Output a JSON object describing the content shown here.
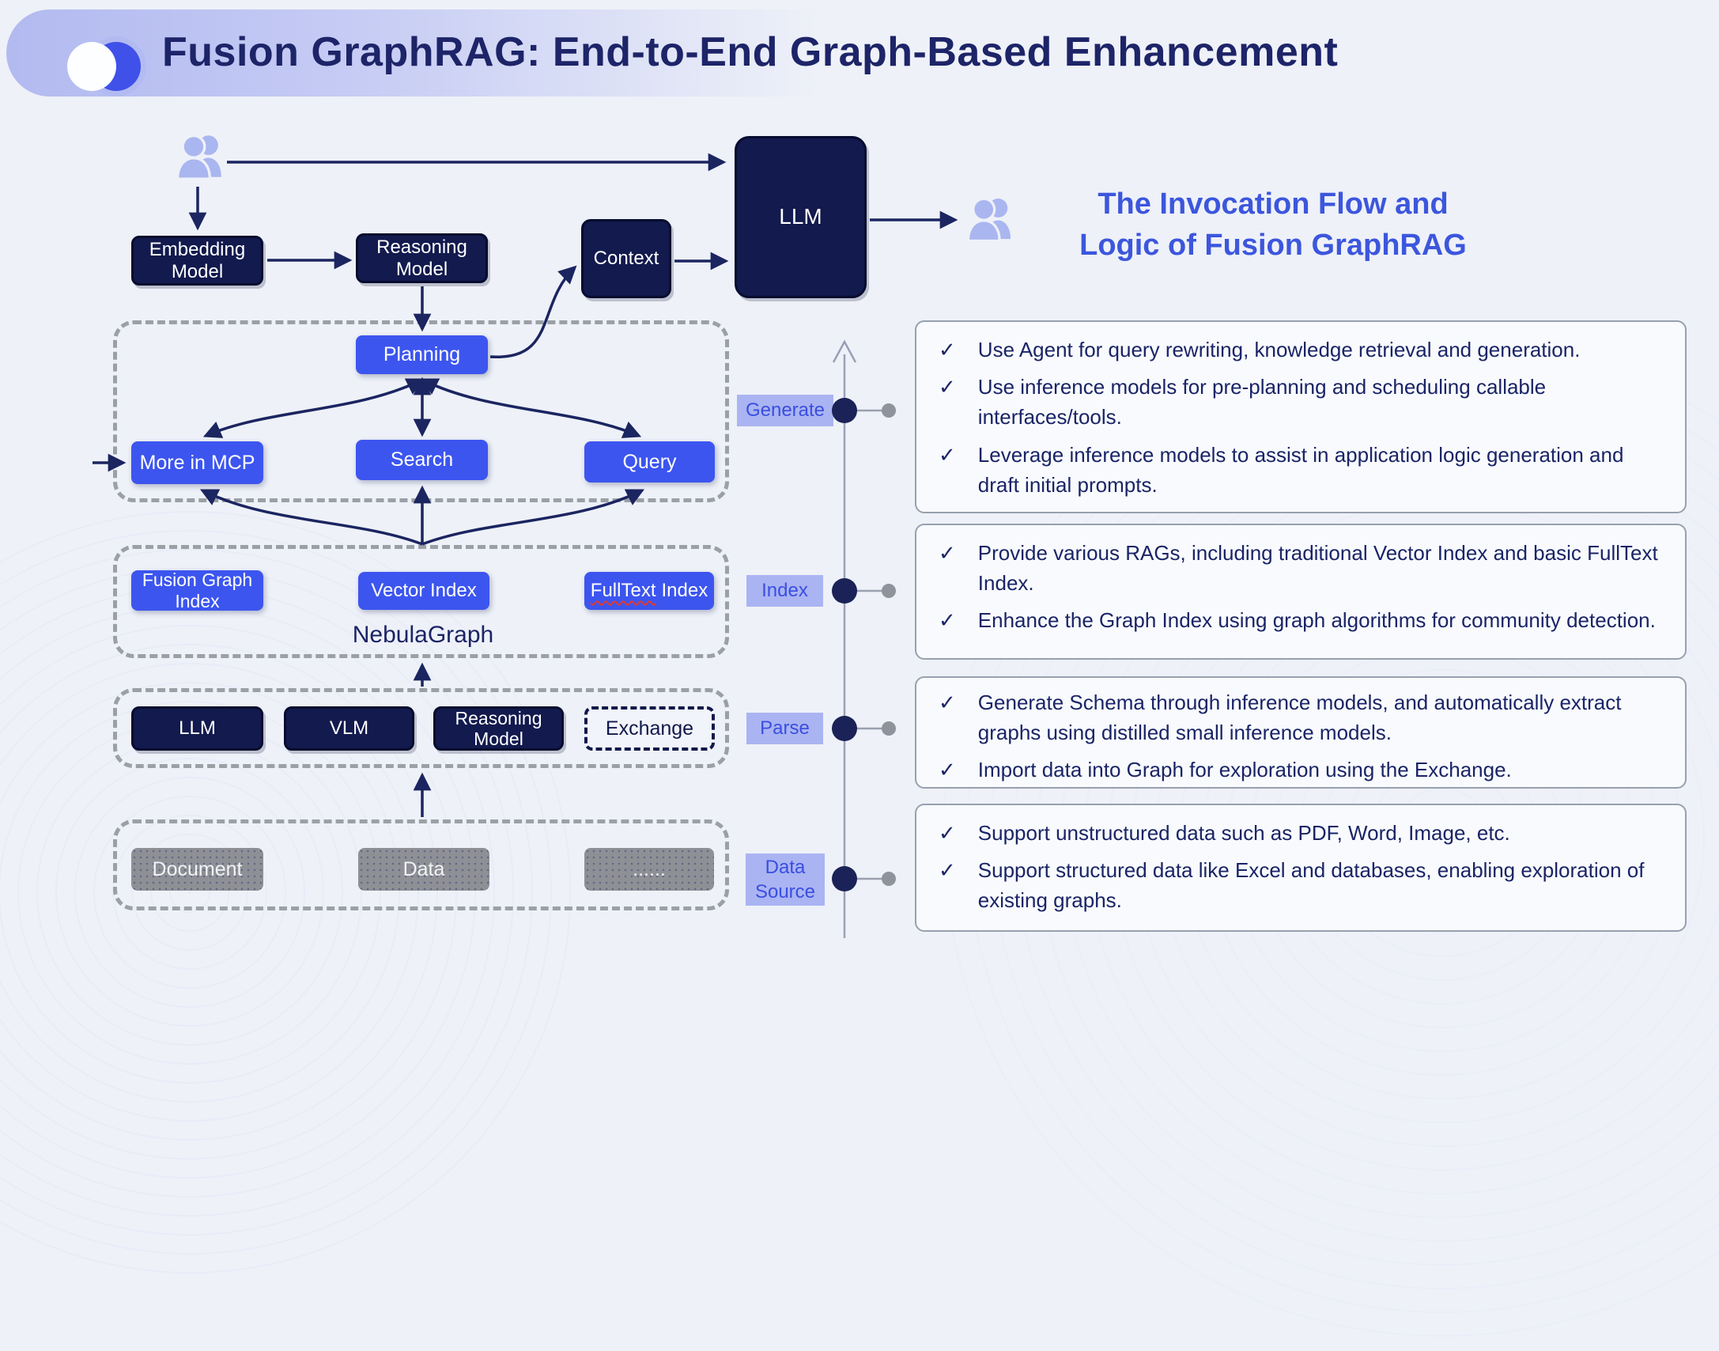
{
  "title": "Fusion GraphRAG: End-to-End Graph-Based Enhancement",
  "right_heading": "The Invocation Flow and\nLogic of Fusion GraphRAG",
  "check_glyph": "✓",
  "icons": {
    "logo": "toggle-logo",
    "user_left": "users-icon",
    "user_right": "users-icon"
  },
  "flow": {
    "embedding_model": "Embedding Model",
    "reasoning_model": "Reasoning Model",
    "context": "Context",
    "llm": "LLM"
  },
  "agent": {
    "planning": "Planning",
    "more_in_mcp": "More in MCP",
    "search": "Search",
    "query": "Query"
  },
  "index": {
    "fusion_graph_index": "Fusion Graph Index",
    "vector_index": "Vector Index",
    "fulltext_word": "FullText",
    "index_word": "Index",
    "caption": "NebulaGraph"
  },
  "parse": {
    "llm": "LLM",
    "vlm": "VLM",
    "reasoning_model": "Reasoning Model",
    "exchange": "Exchange"
  },
  "source": {
    "document": "Document",
    "data": "Data",
    "more": "......"
  },
  "axis": {
    "labels": [
      "Generate",
      "Index",
      "Parse",
      "Data Source"
    ]
  },
  "panels": [
    {
      "items": [
        "Use Agent for query rewriting, knowledge retrieval and generation.",
        "Use inference models for pre-planning and scheduling callable interfaces/tools.",
        "Leverage inference models to assist in application logic generation and draft initial prompts."
      ]
    },
    {
      "items": [
        "Provide various RAGs, including traditional Vector Index and basic FullText Index.",
        "Enhance the Graph Index using graph algorithms for community detection."
      ]
    },
    {
      "items": [
        "Generate Schema through inference models, and automatically extract graphs using distilled small inference models.",
        "Import data into Graph for exploration using the Exchange."
      ]
    },
    {
      "items": [
        "Support unstructured data such as PDF, Word, Image, etc.",
        "Support structured data like Excel and databases, enabling exploration of existing graphs."
      ]
    }
  ],
  "colors": {
    "accent_blue": "#3c55ef",
    "navy_box": "#121a4e",
    "lavender": "#aab4f2",
    "heading_blue": "#3c56dd",
    "text_navy": "#1a2466",
    "arrow": "#1b2560",
    "gray_box": "#8e9095"
  }
}
